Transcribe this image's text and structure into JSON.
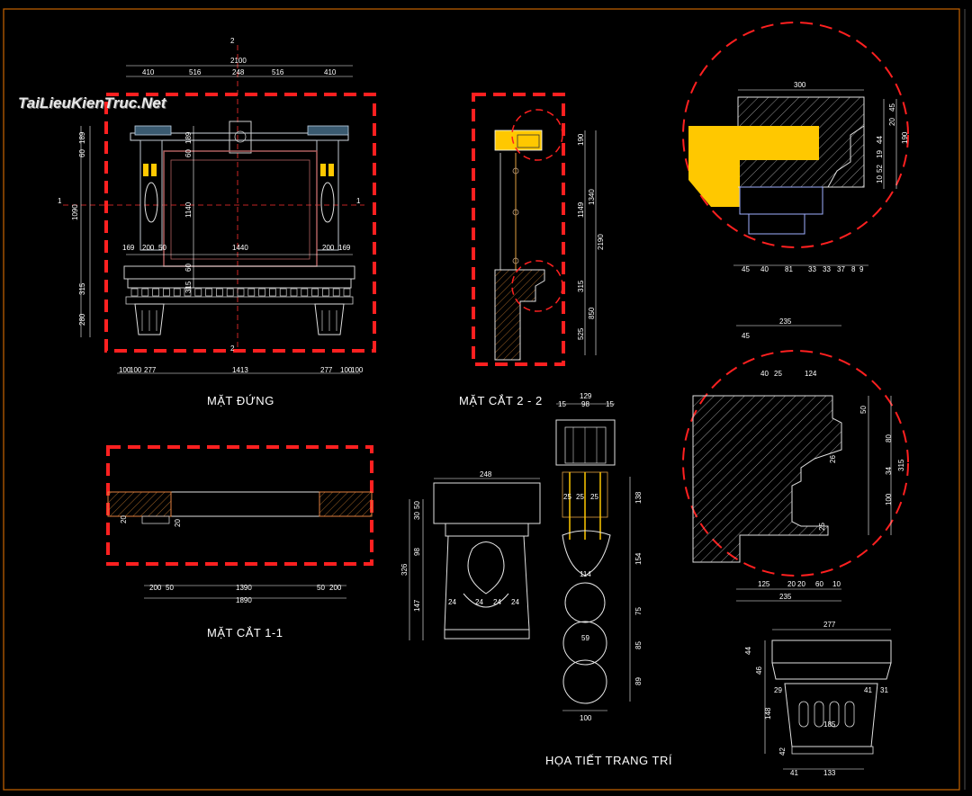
{
  "watermark": "TaiLieuKienTruc.Net",
  "titles": {
    "elevation": "MẶT ĐỨNG",
    "section22": "MẶT CẮT 2 - 2",
    "section11": "MẶT CẮT 1-1",
    "decor": "HỌA TIẾT TRANG TRÍ"
  },
  "elevation": {
    "section_mark_top": "2",
    "section_mark_bottom": "2",
    "section_mark_left": "1",
    "section_mark_right": "1",
    "overall_width": "2100",
    "top_segments": [
      "410",
      "516",
      "248",
      "516",
      "410"
    ],
    "left_dims": [
      "60",
      "189",
      "1090",
      "315",
      "280"
    ],
    "inner_dims": [
      "60",
      "189",
      "1140",
      "60",
      "315"
    ],
    "mid_row": [
      "169",
      "200",
      "50",
      "1440",
      "200",
      "169"
    ],
    "bottom_row": [
      "100",
      "100",
      "277",
      "1413",
      "277",
      "100",
      "100"
    ]
  },
  "section22": {
    "right_dims": [
      "190",
      "1340",
      "1149",
      "2190",
      "315",
      "850",
      "525"
    ]
  },
  "section11": {
    "dims": [
      "200",
      "50",
      "1390",
      "50",
      "200",
      "1890"
    ],
    "side": [
      "20",
      "20"
    ]
  },
  "detail_top": {
    "width": "300",
    "bottom": [
      "45",
      "40",
      "81",
      "33",
      "33",
      "37",
      "8",
      "9"
    ],
    "right": [
      "45",
      "20",
      "44",
      "19",
      "52",
      "10",
      "190"
    ]
  },
  "detail_mid": {
    "top": [
      "235",
      "45",
      "40",
      "25",
      "124"
    ],
    "right": [
      "50",
      "80",
      "26",
      "34",
      "315",
      "100",
      "25"
    ],
    "bottom": [
      "125",
      "20",
      "20",
      "60",
      "10",
      "235"
    ]
  },
  "capital": {
    "width": "248",
    "left": [
      "30",
      "50",
      "98",
      "326",
      "147"
    ],
    "inner": [
      "24",
      "24",
      "24",
      "24"
    ]
  },
  "ornament": {
    "top": [
      "129",
      "15",
      "98",
      "15"
    ],
    "right": [
      "138",
      "154",
      "75",
      "85",
      "89"
    ],
    "mid": [
      "25",
      "25",
      "25",
      "114",
      "59"
    ],
    "bottom": "100"
  },
  "bracket": {
    "width": "277",
    "left": [
      "44",
      "46",
      "148",
      "42"
    ],
    "inner": [
      "29",
      "41",
      "31",
      "185"
    ],
    "bottom": [
      "41",
      "133"
    ]
  },
  "colors": {
    "background": "#000000",
    "line": "#e6e6e6",
    "red_dashed": "#ff2020",
    "dim_cyan": "#33cccc",
    "highlight": "#ffc800",
    "frame_orange": "#c86400"
  }
}
